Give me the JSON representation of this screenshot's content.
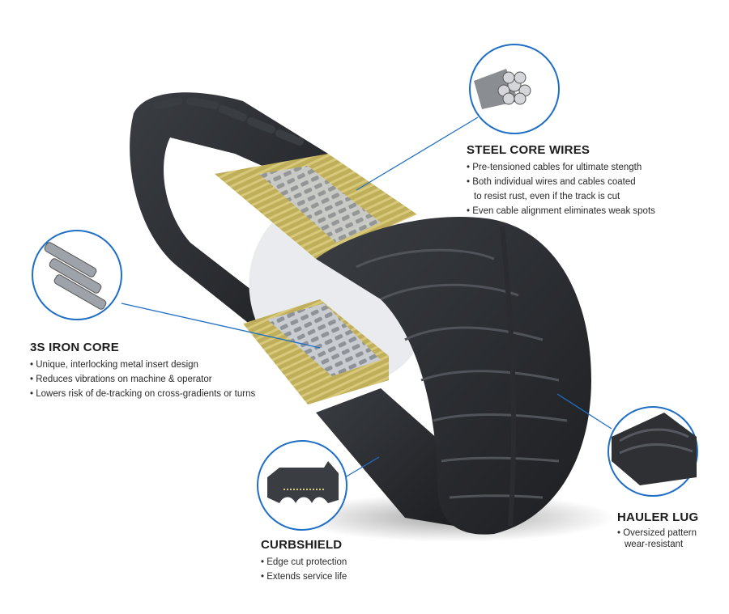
{
  "accent_color": "#1f6fc6",
  "callouts": {
    "steel_core": {
      "title": "STEEL CORE WIRES",
      "bullets": [
        "Pre-tensioned cables for ultimate stength",
        "Both individual wires and cables coated",
        "to resist rust, even if the track is cut",
        "Even cable alignment eliminates weak spots"
      ]
    },
    "iron_core": {
      "title": "3S IRON CORE",
      "bullets": [
        "Unique, interlocking metal insert design",
        "Reduces vibrations on machine & operator",
        "Lowers risk of de-tracking on cross-gradients or turns"
      ]
    },
    "curbshield": {
      "title": "CURBSHIELD",
      "bullets": [
        "Edge cut protection",
        "Extends service life"
      ]
    },
    "hauler_lug": {
      "title": "HAULER LUG",
      "bullets": [
        "Oversized pattern",
        "wear-resistant"
      ]
    }
  }
}
